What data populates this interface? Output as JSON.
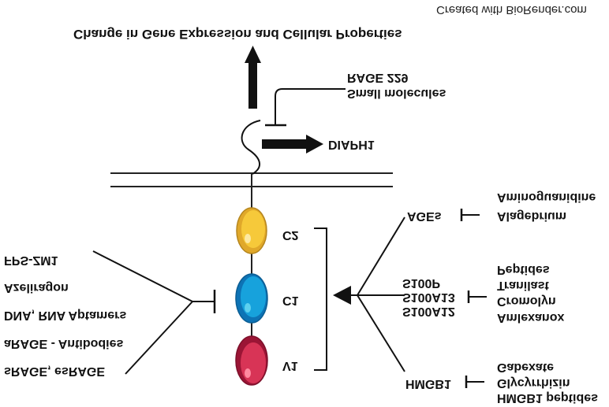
{
  "credit": "Created with BioRender.com",
  "outcome": "Change in Gene Expression and Cellular Properties",
  "cytoplasmic": {
    "inhibitor_line1": "RAGE 229",
    "inhibitor_line2": "Small molecules",
    "partner": "DIAPH1"
  },
  "domains": [
    {
      "label": "C2",
      "color": "#f2c12e"
    },
    {
      "label": "C1",
      "color": "#1f9ad6"
    },
    {
      "label": "V1",
      "color": "#d42e52"
    }
  ],
  "extracellular_inhibitors": [
    "FPS-ZM1",
    "Azeliragon",
    "DNA, RNA Aptamers",
    "aRAGE - Antibodies",
    "sRAGE, esRAGE"
  ],
  "ligands": [
    {
      "name_lines": [
        "AGEs"
      ],
      "inhibitors": [
        "Aminoguanidine",
        "Alagebrium"
      ]
    },
    {
      "name_lines": [
        "S100P",
        "S100A13",
        "S100A12"
      ],
      "inhibitors": [
        "Peptides",
        "Tranilast",
        "Cromolyn",
        "Amlexanox"
      ]
    },
    {
      "name_lines": [
        "HMGB1"
      ],
      "inhibitors": [
        "Gabexate",
        "Glycyrrhizin",
        "HMGB1 peptides"
      ]
    }
  ]
}
